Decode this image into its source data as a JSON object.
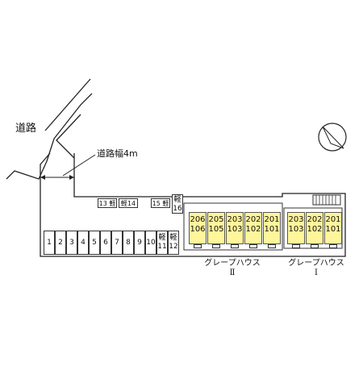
{
  "labels": {
    "road": "道路",
    "road_width": "道路幅4m",
    "building_2_name": "グレープハウス",
    "building_2_numeral": "Ⅱ",
    "building_1_name": "グレープハウス",
    "building_1_numeral": "Ⅰ"
  },
  "parking": {
    "row": [
      "1",
      "2",
      "3",
      "4",
      "5",
      "6",
      "7",
      "8",
      "9",
      "10"
    ],
    "kei_tall": [
      {
        "top": "軽",
        "bottom": "11"
      },
      {
        "top": "軽",
        "bottom": "12"
      }
    ],
    "horizontal": [
      {
        "text": "13 軽"
      },
      {
        "text": "軽14"
      },
      {
        "text": "15 軽"
      }
    ],
    "kei16": {
      "top": "軽",
      "bottom": "16"
    }
  },
  "building_2_units": [
    {
      "upper": "206",
      "lower": "106"
    },
    {
      "upper": "205",
      "lower": "105"
    },
    {
      "upper": "203",
      "lower": "103"
    },
    {
      "upper": "202",
      "lower": "102"
    },
    {
      "upper": "201",
      "lower": "101"
    }
  ],
  "building_1_units": [
    {
      "upper": "203",
      "lower": "103"
    },
    {
      "upper": "202",
      "lower": "102"
    },
    {
      "upper": "201",
      "lower": "101"
    }
  ],
  "colors": {
    "unit_fill": "#fff59a",
    "line": "#333333"
  },
  "icons": [
    "north-arrow-icon",
    "staircase-icon"
  ]
}
